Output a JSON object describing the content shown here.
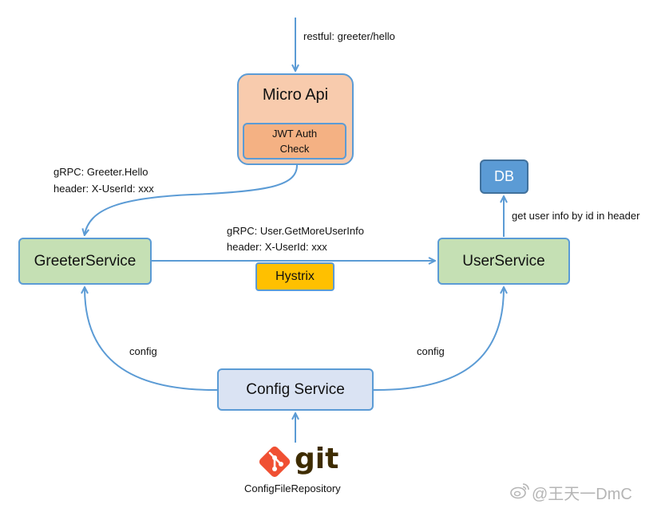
{
  "nodes": {
    "micro_api": "Micro Api",
    "jwt_line1": "JWT Auth",
    "jwt_line2": "Check",
    "db": "DB",
    "greeter": "GreeterService",
    "user": "UserService",
    "hystrix": "Hystrix",
    "config": "Config Service",
    "git": "git",
    "repo": "ConfigFileRepository"
  },
  "edges": {
    "restful": "restful: greeter/hello",
    "grpc_greeter_line1": "gRPC: Greeter.Hello",
    "grpc_greeter_line2": "header: X-UserId: xxx",
    "grpc_user_line1": "gRPC: User.GetMoreUserInfo",
    "grpc_user_line2": "header: X-UserId: xxx",
    "get_user": "get user info by id in header",
    "config_left": "config",
    "config_right": "config"
  },
  "watermark": "@王天一DmC",
  "colors": {
    "line": "#5b9bd5",
    "micro_api": "#f8cbad",
    "jwt": "#f4b183",
    "service": "#c5e0b4",
    "db": "#5b9bd5",
    "hystrix": "#ffc000",
    "config": "#dae3f3",
    "git": "#f05033"
  },
  "icons": [
    "git-logo-icon",
    "weibo-icon"
  ]
}
